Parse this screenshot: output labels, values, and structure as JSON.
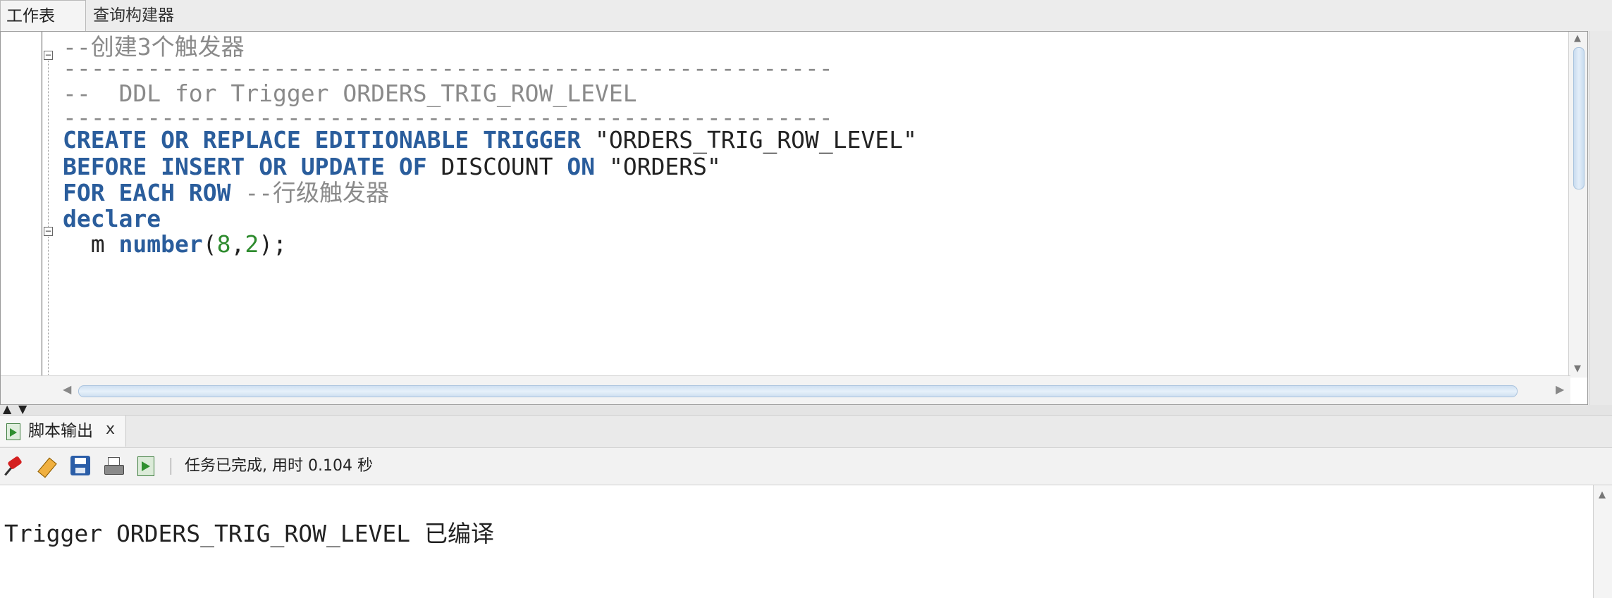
{
  "tabs": {
    "worksheet": "工作表",
    "query_builder": "查询构建器"
  },
  "editor": {
    "lines": [
      [
        {
          "t": "--创建3个触发器",
          "c": "cm"
        }
      ],
      [
        {
          "t": "-------------------------------------------------------",
          "c": "cm"
        }
      ],
      [
        {
          "t": "--  DDL for Trigger ORDERS_TRIG_ROW_LEVEL",
          "c": "cm"
        }
      ],
      [
        {
          "t": "-------------------------------------------------------",
          "c": "cm"
        }
      ],
      [
        {
          "t": "CREATE",
          "c": "kw"
        },
        {
          "t": " ",
          "c": "plain"
        },
        {
          "t": "OR",
          "c": "kw"
        },
        {
          "t": " ",
          "c": "plain"
        },
        {
          "t": "REPLACE",
          "c": "kw"
        },
        {
          "t": " ",
          "c": "plain"
        },
        {
          "t": "EDITIONABLE",
          "c": "kw"
        },
        {
          "t": " ",
          "c": "plain"
        },
        {
          "t": "TRIGGER",
          "c": "kw"
        },
        {
          "t": " \"ORDERS_TRIG_ROW_LEVEL\"",
          "c": "str"
        }
      ],
      [
        {
          "t": "BEFORE",
          "c": "kw"
        },
        {
          "t": " ",
          "c": "plain"
        },
        {
          "t": "INSERT",
          "c": "kw"
        },
        {
          "t": " ",
          "c": "plain"
        },
        {
          "t": "OR",
          "c": "kw"
        },
        {
          "t": " ",
          "c": "plain"
        },
        {
          "t": "UPDATE",
          "c": "kw"
        },
        {
          "t": " ",
          "c": "plain"
        },
        {
          "t": "OF",
          "c": "kw"
        },
        {
          "t": " DISCOUNT ",
          "c": "plain"
        },
        {
          "t": "ON",
          "c": "kw"
        },
        {
          "t": " \"ORDERS\"",
          "c": "str"
        }
      ],
      [
        {
          "t": "FOR",
          "c": "kw"
        },
        {
          "t": " ",
          "c": "plain"
        },
        {
          "t": "EACH",
          "c": "kw"
        },
        {
          "t": " ",
          "c": "plain"
        },
        {
          "t": "ROW",
          "c": "kw"
        },
        {
          "t": " --行级触发器",
          "c": "cm"
        }
      ],
      [
        {
          "t": "declare",
          "c": "kw"
        }
      ],
      [
        {
          "t": "  m ",
          "c": "plain"
        },
        {
          "t": "number",
          "c": "kw"
        },
        {
          "t": "(",
          "c": "plain"
        },
        {
          "t": "8",
          "c": "num"
        },
        {
          "t": ",",
          "c": "plain"
        },
        {
          "t": "2",
          "c": "num"
        },
        {
          "t": ");",
          "c": "plain"
        }
      ]
    ]
  },
  "output_panel": {
    "tab_label": "脚本输出",
    "close_label": "x",
    "status_text": "任务已完成, 用时 0.104 秒",
    "output_text": "Trigger ORDERS_TRIG_ROW_LEVEL 已编译"
  }
}
